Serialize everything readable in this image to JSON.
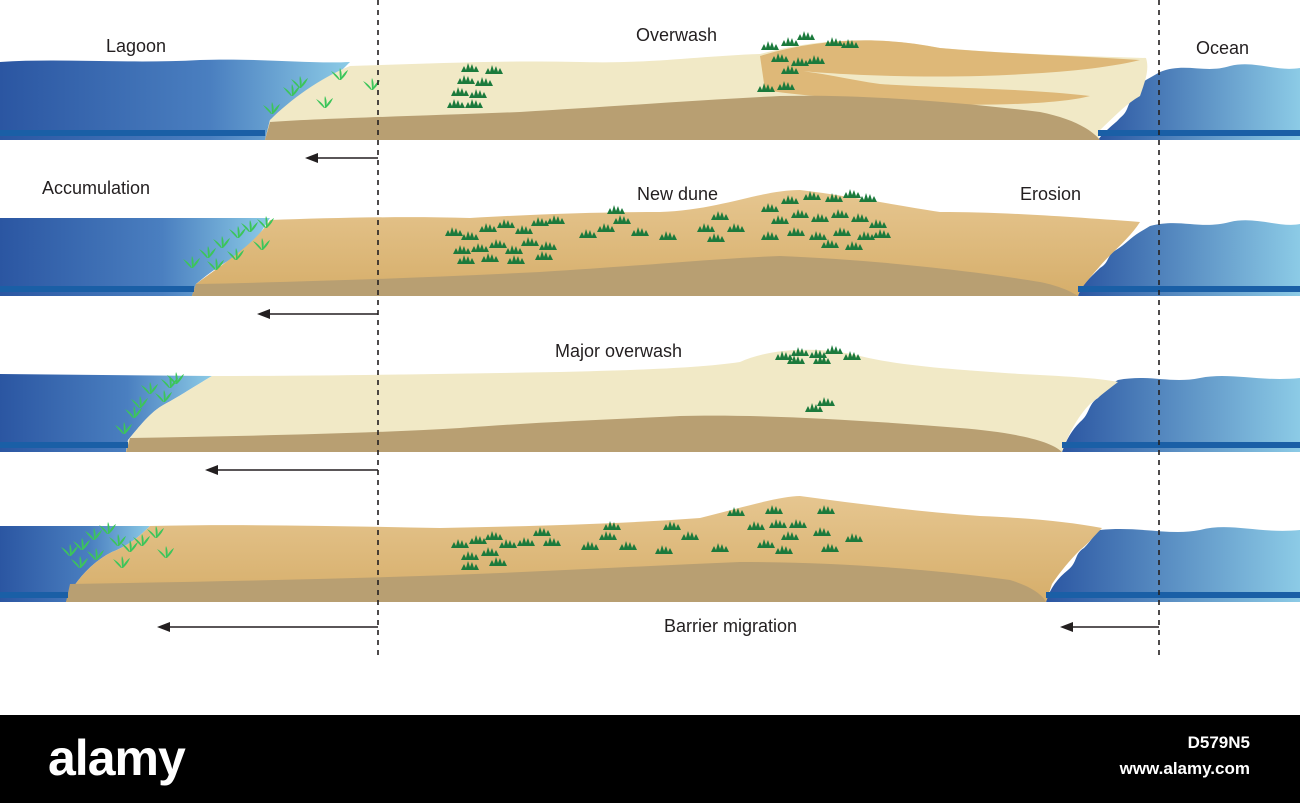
{
  "labels": {
    "lagoon": "Lagoon",
    "overwash": "Overwash",
    "ocean": "Ocean",
    "accumulation": "Accumulation",
    "new_dune": "New dune",
    "erosion": "Erosion",
    "major_overwash": "Major overwash",
    "barrier_migration": "Barrier migration"
  },
  "footer": {
    "brand": "alamy",
    "image_code": "D579N5",
    "website": "www.alamy.com"
  },
  "colors": {
    "water_deep": "#2e5ea8",
    "water_light": "#8cc4e0",
    "sand": "#deb878",
    "sand_pale": "#f1e9c6",
    "base": "#b89f72",
    "vegetation": "#1b7a3c",
    "lagoon_plants": "#3cc55a"
  }
}
